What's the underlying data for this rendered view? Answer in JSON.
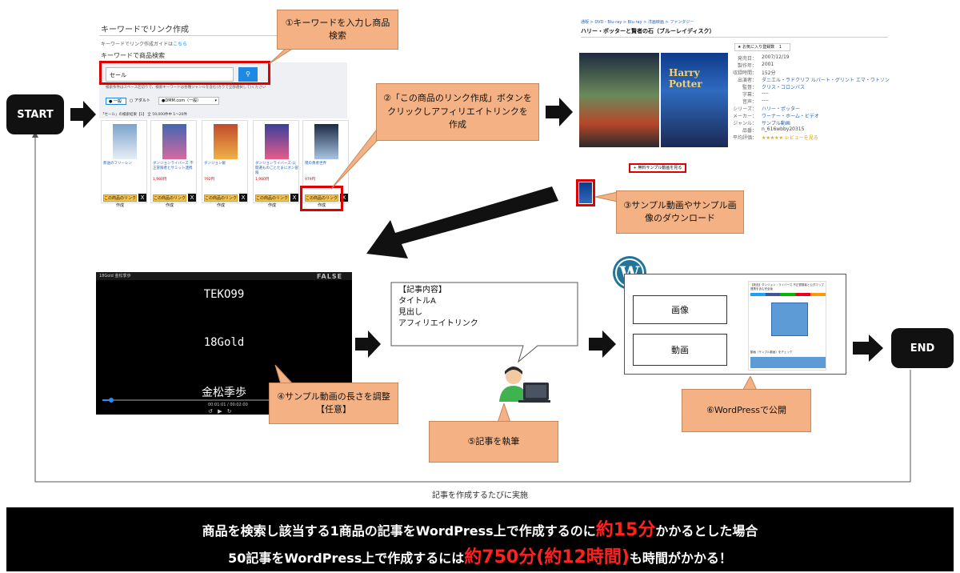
{
  "flow": {
    "start_label": "START",
    "end_label": "END",
    "loop_label": "記事を作成するたびに実施"
  },
  "step1": {
    "callout": "①キーワードを入力し商品検索",
    "page_title": "キーワードでリンク作成",
    "guide_text": "キーワードでリンク作成ガイドは",
    "guide_link": "こちら",
    "section_title": "キーワードで商品検索",
    "search_value": "セール",
    "help_text": "検索条件はスペース区切りで、検索キーワードは各種ジャンルを含む(カラで全部選択して)ください",
    "radio_all": "一般",
    "radio_adult": "アダルト",
    "site_select": "●DMM.com（一般）",
    "result_count": "「セール」の検索結果【1】 全 59,000件中 1～20件"
  },
  "products": [
    {
      "title": "葬送のフリーレン",
      "price": "",
      "tag": ""
    },
    {
      "title": "ダンジョンライバーズ 不正冒険者とサミット連携",
      "price": "1,980円",
      "tag": ""
    },
    {
      "title": "ダンジョン飯",
      "price": "792円",
      "tag": ""
    },
    {
      "title": "ダンジョンライバーズ-公開選ものごとたまにオン冒険",
      "price": "1,980円",
      "tag": ""
    },
    {
      "title": "僕の勇者世界",
      "price": "979円",
      "tag": ""
    }
  ],
  "product_button": "この商品のリンク作成",
  "product_x": "X",
  "step2": {
    "callout": "②「この商品のリンク作成」ボタンをクリックしアフィリエイトリンクを作成"
  },
  "detail": {
    "breadcrumb": [
      "通販",
      "DVD・Blu-ray",
      "Blu-ray",
      "洋画映画",
      "ファンタジー"
    ],
    "title": "ハリー・ポッターと賢者の石（ブルーレイディスク）",
    "fav_label": "お気に入り登録数",
    "fav_count": "1",
    "meta": [
      {
        "k": "発売日：",
        "v": "2007/12/19"
      },
      {
        "k": "製作年：",
        "v": "2001"
      },
      {
        "k": "収録時間：",
        "v": "152分"
      },
      {
        "k": "出演者：",
        "v": "ダニエル・ラドクリフ ルパート・グリント エマ・ワトソン"
      },
      {
        "k": "監督：",
        "v": "クリス・コロンバス"
      },
      {
        "k": "字幕：",
        "v": "----"
      },
      {
        "k": "音声：",
        "v": "----"
      },
      {
        "k": "シリーズ：",
        "v": "ハリー・ポッター"
      },
      {
        "k": "メーカー：",
        "v": "ワーナー・ホーム・ビデオ"
      },
      {
        "k": "ジャンル：",
        "v": "サンプル動画"
      },
      {
        "k": "品番：",
        "v": "n_616wbby20315"
      },
      {
        "k": "平均評価：",
        "v": "★★★★★ レビューを見る"
      }
    ],
    "sample_button": "無料サンプル動画を見る",
    "cover_title": "Harry Potter"
  },
  "step3": {
    "callout": "③サンプル動画やサンプル画像のダウンロード"
  },
  "video": {
    "header": "18Gold 金松季歩",
    "logo": "FALSE",
    "line1": "TEKO99",
    "line2": "18Gold",
    "line3": "金松季歩",
    "time": "00:01:01 / 00:02:00"
  },
  "step4": {
    "callout": "④サンプル動画の長さを調整【任意】"
  },
  "article": {
    "heading": "【記事内容】",
    "items": [
      "タイトルA",
      "見出し",
      "アフィリエイトリンク"
    ]
  },
  "step5": {
    "callout": "⑤記事を執筆"
  },
  "wordpress": {
    "image_label": "画像",
    "video_label": "動画",
    "preview_title": "【新品】ダンジョン・ライバーズ 不正冒険者と公式マップ連携を含む完全版",
    "preview_sub": "動画（サンプル動画）をチェック"
  },
  "step6": {
    "callout": "⑥WordPressで公開"
  },
  "bottom": {
    "line1_a": "商品を検索し該当する1商品の記事をWordPress上で作成するのに",
    "line1_red": "約15分",
    "line1_b": "かかるとした場合",
    "line2_a": "50記事をWordPress上で作成するには",
    "line2_red": "約750分(約12時間)",
    "line2_b": "も時間がかかる！"
  },
  "colors": {
    "callout": "#f4b183",
    "highlight": "#e00000",
    "button": "#f7c44b",
    "accent_blue": "#1e88e5",
    "wp_blue": "#21759b"
  }
}
